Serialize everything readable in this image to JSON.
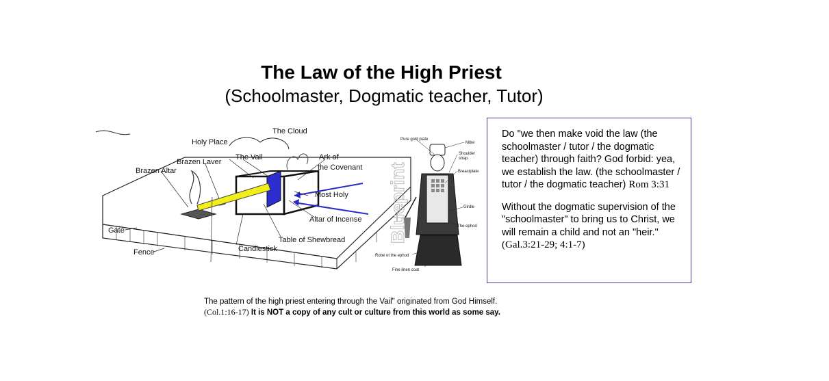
{
  "title": "The Law of the High Priest",
  "subtitle": "(Schoolmaster, Dogmatic teacher, Tutor)",
  "tabernacle_labels": {
    "cloud": "The Cloud",
    "holy_place": "Holy Place",
    "vail": "The Vail",
    "ark_line1": "Ark of",
    "ark_line2": "the Covenant",
    "brazen_laver": "Brazen Laver",
    "brazen_altar": "Brazen Altar",
    "most_holy": "Most Holy",
    "altar_of_incense": "Altar of Incense",
    "gate": "Gate",
    "table_of_shewbread": "Table of Shewbread",
    "candlestick": "Candlestick",
    "fence": "Fence"
  },
  "priest_labels": {
    "pure_gold_plate": "Pure gold plate",
    "mitre": "Mitre",
    "shoulder_strap_line1": "Shoulder",
    "shoulder_strap_line2": "strap",
    "breastplate": "Breastplate",
    "girdle": "Girdle",
    "ephod": "The ephod",
    "robe": "Robe ot the ephod",
    "fine_linen_coat": "Fine linen coat"
  },
  "watermark": "Blueprint",
  "verse_box": {
    "para1_text": "Do \"we then make void the law (the schoolmaster / tutor / the dogmatic teacher) through faith? God forbid: yea, we establish the law. (the schoolmaster / tutor / the dogmatic teacher)",
    "para1_ref": "Rom 3:31",
    "para2_text": "Without the dogmatic supervision of the \"schoolmaster\" to bring us to Christ, we will remain a child and not an \"heir.\"",
    "para2_ref": "(Gal.3:21-29; 4:1-7)"
  },
  "caption": {
    "line1": "The pattern of the high priest entering through the Vail\" originated from God Himself.",
    "line2_ref": "(Col.1:16-17)",
    "line2_bold": "It is NOT a copy of any cult or culture from this world as some say."
  },
  "colors": {
    "vail_blue": "#2c2ccf",
    "path_yellow": "#f2ee1a",
    "arrow_blue": "#2929c9",
    "box_border": "#3b3b9a"
  }
}
